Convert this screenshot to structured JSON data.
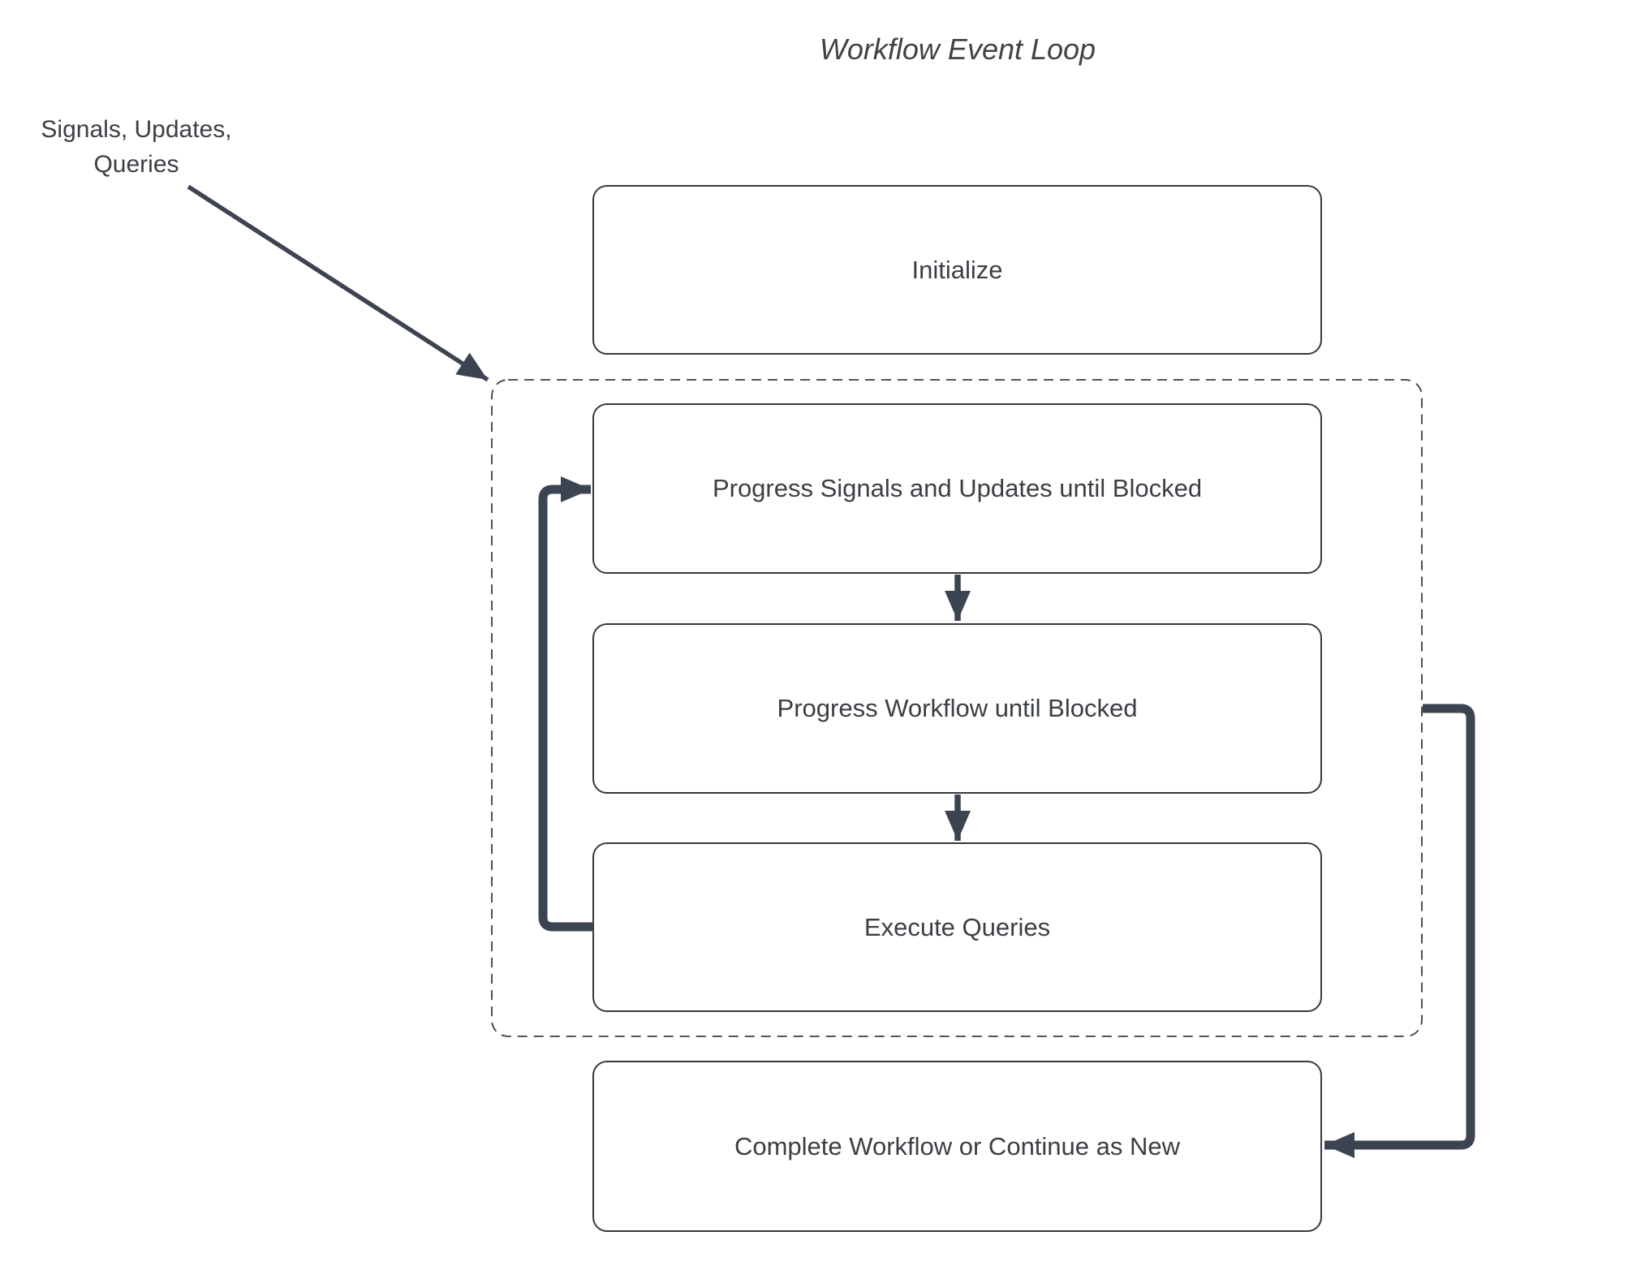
{
  "diagram": {
    "title": "Workflow Event Loop",
    "external_label": "Signals, Updates,\nQueries",
    "nodes": {
      "initialize": {
        "label": "Initialize"
      },
      "progress_signals": {
        "label": "Progress Signals and Updates until Blocked"
      },
      "progress_workflow": {
        "label": "Progress Workflow until Blocked"
      },
      "execute_queries": {
        "label": "Execute Queries"
      },
      "complete": {
        "label": "Complete Workflow or Continue as New"
      }
    },
    "containers": {
      "event_loop": {
        "style": "dashed",
        "contains": [
          "progress_signals",
          "progress_workflow",
          "execute_queries"
        ]
      }
    },
    "arrows": [
      {
        "name": "signals-input-arrow",
        "from": "external_label",
        "to": "event_loop_container",
        "style": "thin-diagonal"
      },
      {
        "name": "progress-signals-to-progress-workflow-arrow",
        "from": "progress_signals",
        "to": "progress_workflow",
        "style": "thin-vertical"
      },
      {
        "name": "progress-workflow-to-execute-queries-arrow",
        "from": "progress_workflow",
        "to": "execute_queries",
        "style": "thin-vertical"
      },
      {
        "name": "execute-queries-loop-back-arrow",
        "from": "execute_queries",
        "to": "progress_signals",
        "style": "thick-elbow-left"
      },
      {
        "name": "event-loop-to-complete-arrow",
        "from": "event_loop_container",
        "to": "complete",
        "style": "thick-elbow-right"
      }
    ],
    "colors": {
      "background": "#ffffff",
      "arrow": "#3d4451",
      "node_border": "#35393f",
      "dashed_border": "#3c3c3c",
      "text": "#3b3f44"
    }
  }
}
